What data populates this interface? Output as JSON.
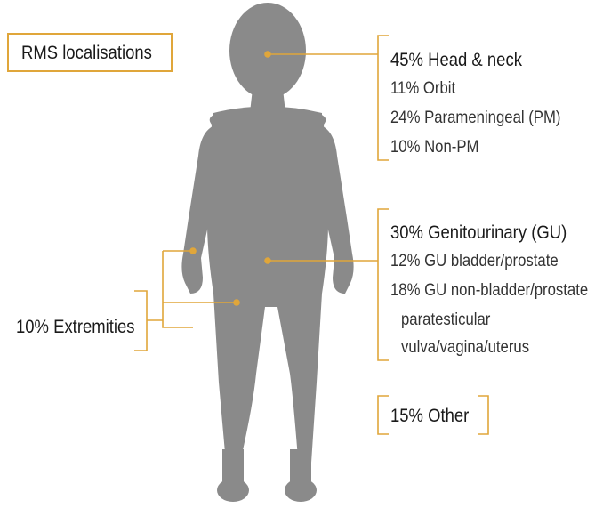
{
  "title": "RMS localisations",
  "colors": {
    "accent": "#e0a63a",
    "silhouette": "#8a8a8a"
  },
  "groups": {
    "head_neck": {
      "heading": "45% Head & neck",
      "items": [
        "11% Orbit",
        "24% Parameningeal (PM)",
        "10% Non-PM"
      ]
    },
    "genitourinary": {
      "heading": "30% Genitourinary (GU)",
      "items": [
        "12% GU bladder/prostate",
        "18% GU non-bladder/prostate",
        "paratesticular",
        "vulva/vagina/uterus"
      ]
    },
    "other": {
      "heading": "15% Other"
    },
    "extremities": {
      "heading": "10% Extremities"
    }
  }
}
